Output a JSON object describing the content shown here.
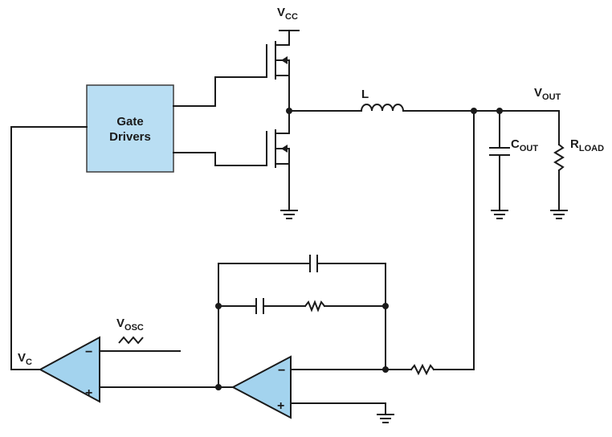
{
  "blocks": {
    "gate_drivers_line1": "Gate",
    "gate_drivers_line2": "Drivers"
  },
  "labels": {
    "vcc_main": "V",
    "vcc_sub": "CC",
    "inductor": "L",
    "vout_main": "V",
    "vout_sub": "OUT",
    "cout_main": "C",
    "cout_sub": "OUT",
    "rload_main": "R",
    "rload_sub": "LOAD",
    "vosc_main": "V",
    "vosc_sub": "OSC",
    "vc_main": "V",
    "vc_sub": "C",
    "comparator_minus": "−",
    "comparator_plus": "+",
    "error_amp_minus": "−",
    "error_amp_plus": "+"
  },
  "colors": {
    "block_fill": "#b9def3",
    "block_stroke": "#3c3c3c",
    "amp_fill": "#a3d3ee",
    "wire": "#1a1a1a"
  }
}
